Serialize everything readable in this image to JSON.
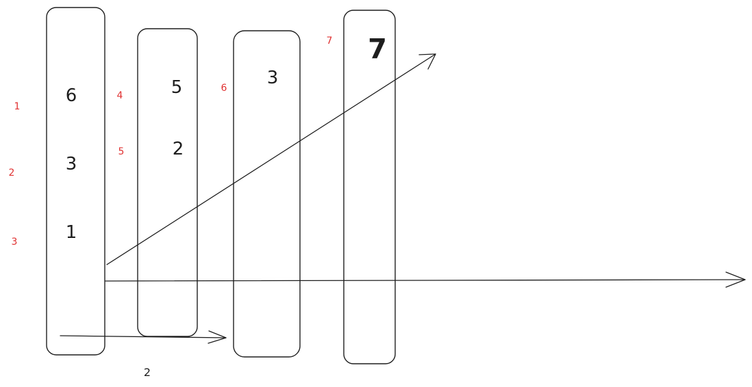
{
  "colors": {
    "stroke": "#1e1e1e",
    "red": "#e03131"
  },
  "columns": [
    {
      "values": [
        "6",
        "3",
        "1"
      ]
    },
    {
      "values": [
        "5",
        "2"
      ]
    },
    {
      "values": [
        "3"
      ]
    },
    {
      "values": [
        "7"
      ]
    }
  ],
  "red_labels": [
    "1",
    "2",
    "3",
    "4",
    "5",
    "6",
    "7"
  ],
  "bottom_label": "2"
}
